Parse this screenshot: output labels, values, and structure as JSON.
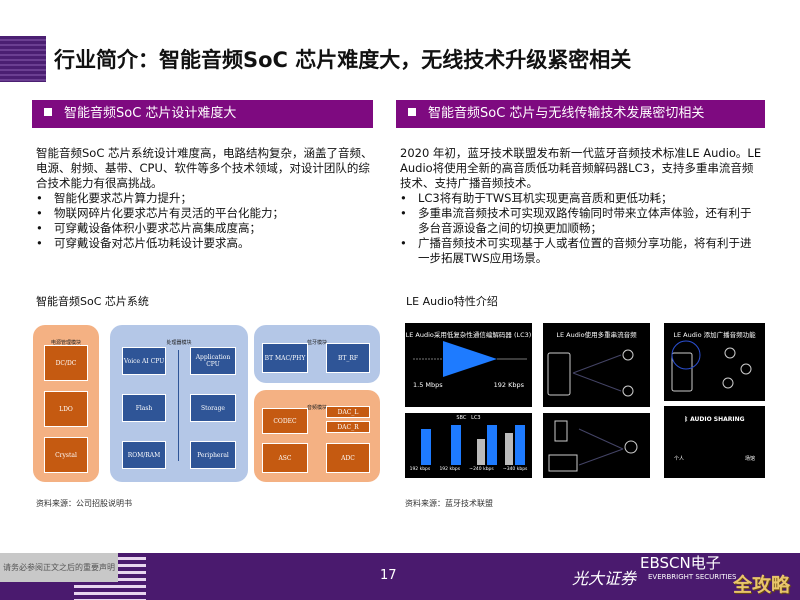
{
  "title": "行业简介：智能音频SoC 芯片难度大，无线技术升级紧密相关",
  "left": {
    "header": "智能音频SoC 芯片设计难度大",
    "intro": "智能音频SoC 芯片系统设计难度高，电路结构复杂，涵盖了音频、电源、射频、基带、CPU、软件等多个技术领域，对设计团队的综合技术能力有很高挑战。",
    "bullets": [
      "智能化要求芯片算力提升；",
      "物联网碎片化要求芯片有灵活的平台化能力；",
      "可穿戴设备体积小要求芯片高集成度高；",
      "可穿戴设备对芯片低功耗设计要求高。"
    ],
    "figure_title": "智能音频SoC 芯片系统",
    "diagram": {
      "power": {
        "label": "电源管理模块",
        "items": [
          "DC/DC",
          "LDO",
          "Crystal"
        ]
      },
      "cpu": {
        "label": "处理器模块",
        "items": [
          "Voice AI CPU",
          "Application CPU",
          "Flash",
          "Storage",
          "ROM/RAM",
          "Peripheral"
        ]
      },
      "bt": {
        "label": "蓝牙模块",
        "items": [
          "BT MAC/PHY",
          "BT_RF"
        ]
      },
      "audio": {
        "label": "音频模块",
        "items": [
          "CODEC",
          "DAC_L",
          "DAC_R",
          "ASC",
          "ADC"
        ]
      }
    },
    "source": "资料来源：公司招股说明书"
  },
  "right": {
    "header": "智能音频SoC 芯片与无线传输技术发展密切相关",
    "intro": "2020 年初，蓝牙技术联盟发布新一代蓝牙音频技术标准LE Audio。LE Audio将使用全新的高音质低功耗音频解码器LC3，支持多重串流音频技术、支持广播音频技术。",
    "bullets": [
      "LC3将有助于TWS耳机实现更高音质和更低功耗；",
      "多重串流音频技术可实现双路传输同时带来立体声体验，还有利于多台音源设备之间的切换更加顺畅；",
      "广播音频技术可实现基于人或者位置的音频分享功能，将有利于进一步拓展TWS应用场景。"
    ],
    "figure_title": "LE Audio特性介绍",
    "panels": {
      "lc3_title": "LE Audio采用低复杂性通信编解码器 (LC3)",
      "lc3_in": "1.5 Mbps",
      "lc3_out": "192 Kbps",
      "chart_legend": [
        "SBC",
        "LC3"
      ],
      "chart_x": [
        "192 kbps",
        "192 kbps",
        "~240 kbps",
        "~340 kbps"
      ],
      "multi_title": "LE Audio使用多重串流音频",
      "broadcast_title": "LE Audio 添加广播音频功能",
      "sharing": "AUDIO SHARING",
      "personal": "个人",
      "venue": "场馆"
    },
    "source": "资料来源：蓝牙技术联盟"
  },
  "footer": {
    "disclaimer": "请务必参阅正文之后的重要声明",
    "page": "17",
    "brand": "光大证券",
    "brand_en": "EVERBRIGHT SECURITIES",
    "wechat": "EBSCN电子",
    "watermark": "全攻略"
  },
  "colors": {
    "purple": "#4a1a6e",
    "magenta": "#7e0a80",
    "orange": "#c55a11",
    "blue": "#2f5597"
  }
}
